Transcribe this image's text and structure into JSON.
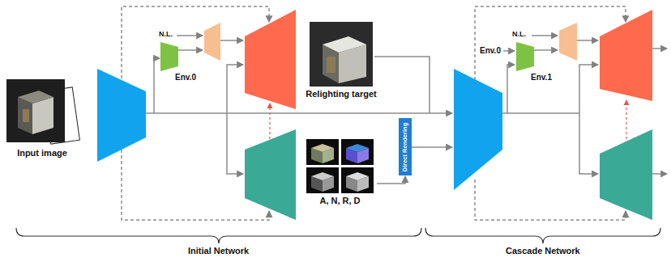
{
  "diagram": {
    "nodes": [
      {
        "text": [
          "Input image"
        ]
      },
      {
        "text": [
          "Relighting target"
        ]
      },
      {
        "text": [
          "Env.0"
        ]
      },
      {
        "text": [
          "A, N, R, D"
        ]
      },
      {
        "text": [
          "Direct Rendering"
        ]
      },
      {
        "text": [
          "Env.1"
        ]
      }
    ],
    "edges": [
      {
        "from": 3,
        "to": 4,
        "arrow": "to"
      }
    ],
    "labels": [
      "N.L.",
      "Env.0",
      "N.L.",
      "Initial Network",
      "Cascade Network"
    ]
  }
}
